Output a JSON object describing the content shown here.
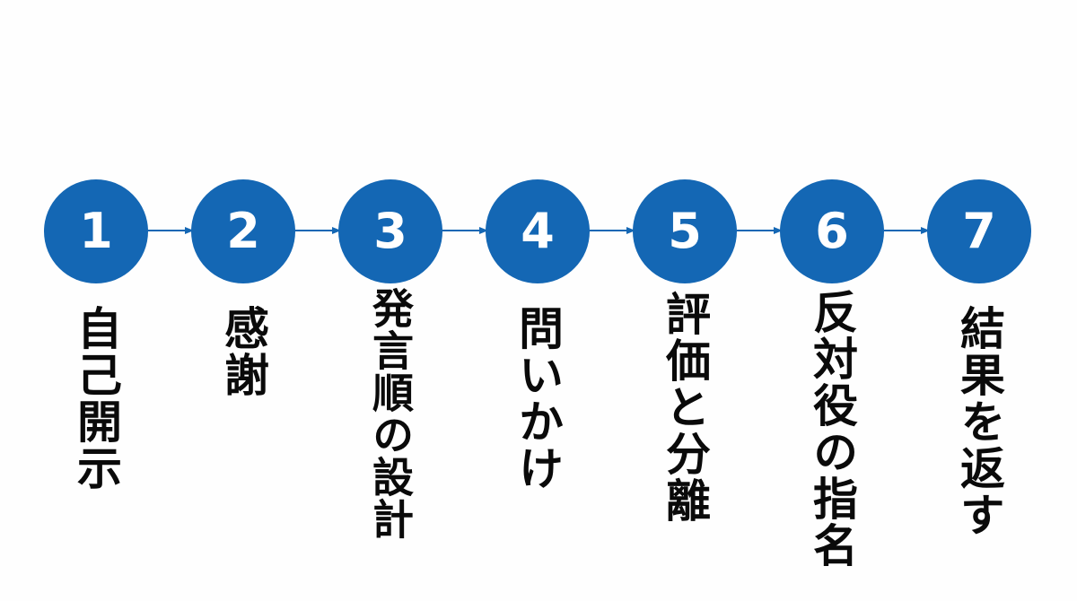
{
  "diagram": {
    "accent_color": "#1467b4",
    "steps": [
      {
        "number": "1",
        "label": "自己開示"
      },
      {
        "number": "2",
        "label": "感謝"
      },
      {
        "number": "3",
        "label": "発言順の設計"
      },
      {
        "number": "4",
        "label": "問いかけ"
      },
      {
        "number": "5",
        "label": "評価と分離"
      },
      {
        "number": "6",
        "label": "反対役の指名"
      },
      {
        "number": "7",
        "label": "結果を返す"
      }
    ]
  }
}
